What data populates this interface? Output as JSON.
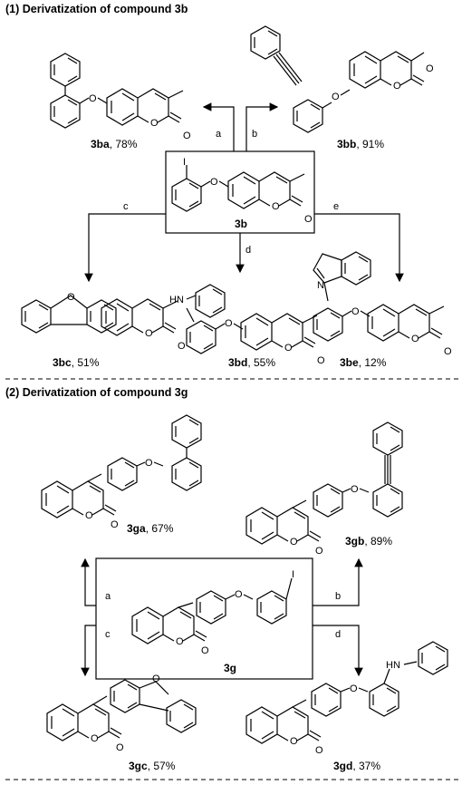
{
  "section1": {
    "title": "(1) Derivatization of compound 3b",
    "center": "3b",
    "reactions": [
      "a",
      "b",
      "c",
      "d",
      "e"
    ],
    "products": [
      {
        "id": "3ba",
        "yield": ", 78%"
      },
      {
        "id": "3bb",
        "yield": ", 91%"
      },
      {
        "id": "3bc",
        "yield": ", 51%"
      },
      {
        "id": "3bd",
        "yield": ", 55%"
      },
      {
        "id": "3be",
        "yield": ", 12%"
      }
    ]
  },
  "section2": {
    "title": "(2) Derivatization of compound 3g",
    "center": "3g",
    "reactions": [
      "a",
      "b",
      "c",
      "d"
    ],
    "products": [
      {
        "id": "3ga",
        "yield": ", 67%"
      },
      {
        "id": "3gb",
        "yield": ", 89%"
      },
      {
        "id": "3gc",
        "yield": ", 57%"
      },
      {
        "id": "3gd",
        "yield": ", 37%"
      }
    ]
  },
  "atoms": {
    "O": "O",
    "I": "I",
    "N": "N",
    "HN": "HN",
    "carbonyl": "O"
  },
  "colors": {
    "line": "#000000",
    "background": "#ffffff"
  }
}
